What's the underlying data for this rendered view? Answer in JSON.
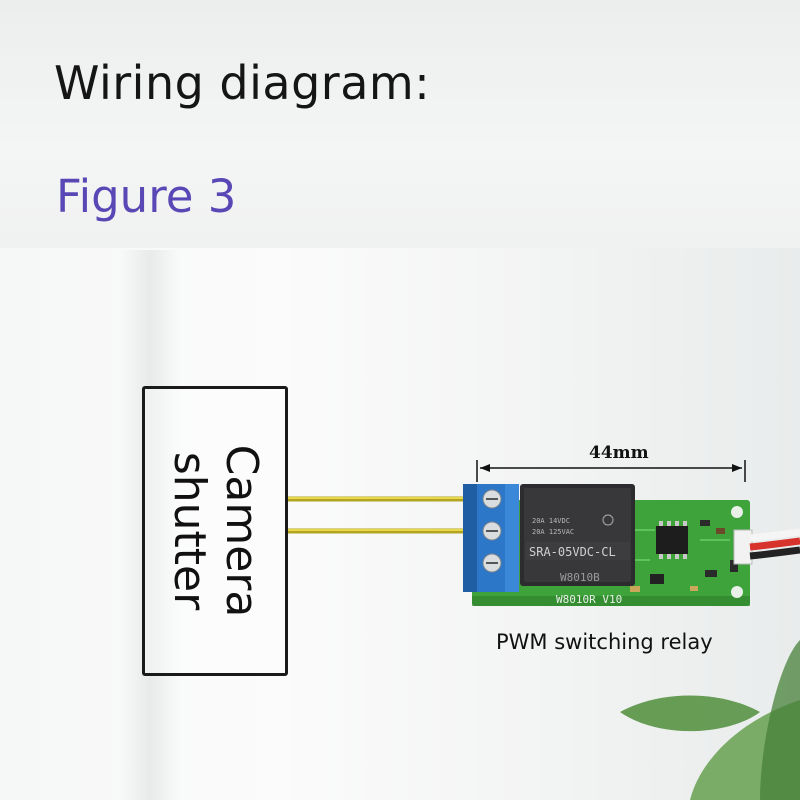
{
  "heading": "Wiring diagram:",
  "figure_label": "Figure 3",
  "camera_box": {
    "line1": "Camera",
    "line2": "shutter"
  },
  "dimension": "44mm",
  "relay_caption": "PWM switching relay",
  "relay_markings": {
    "rating_1": "20A 14VDC",
    "rating_2": "20A 125VAC",
    "model": "SRA-05VDC-CL",
    "board_1": "W8010B",
    "board_2": "W8010R  V10"
  },
  "colors": {
    "figure_label": "#5a47b6",
    "board": "#3fa33c",
    "terminal": "#2d77c9",
    "relay_body": "#2c2c2e",
    "wire": "#d8c62a"
  }
}
